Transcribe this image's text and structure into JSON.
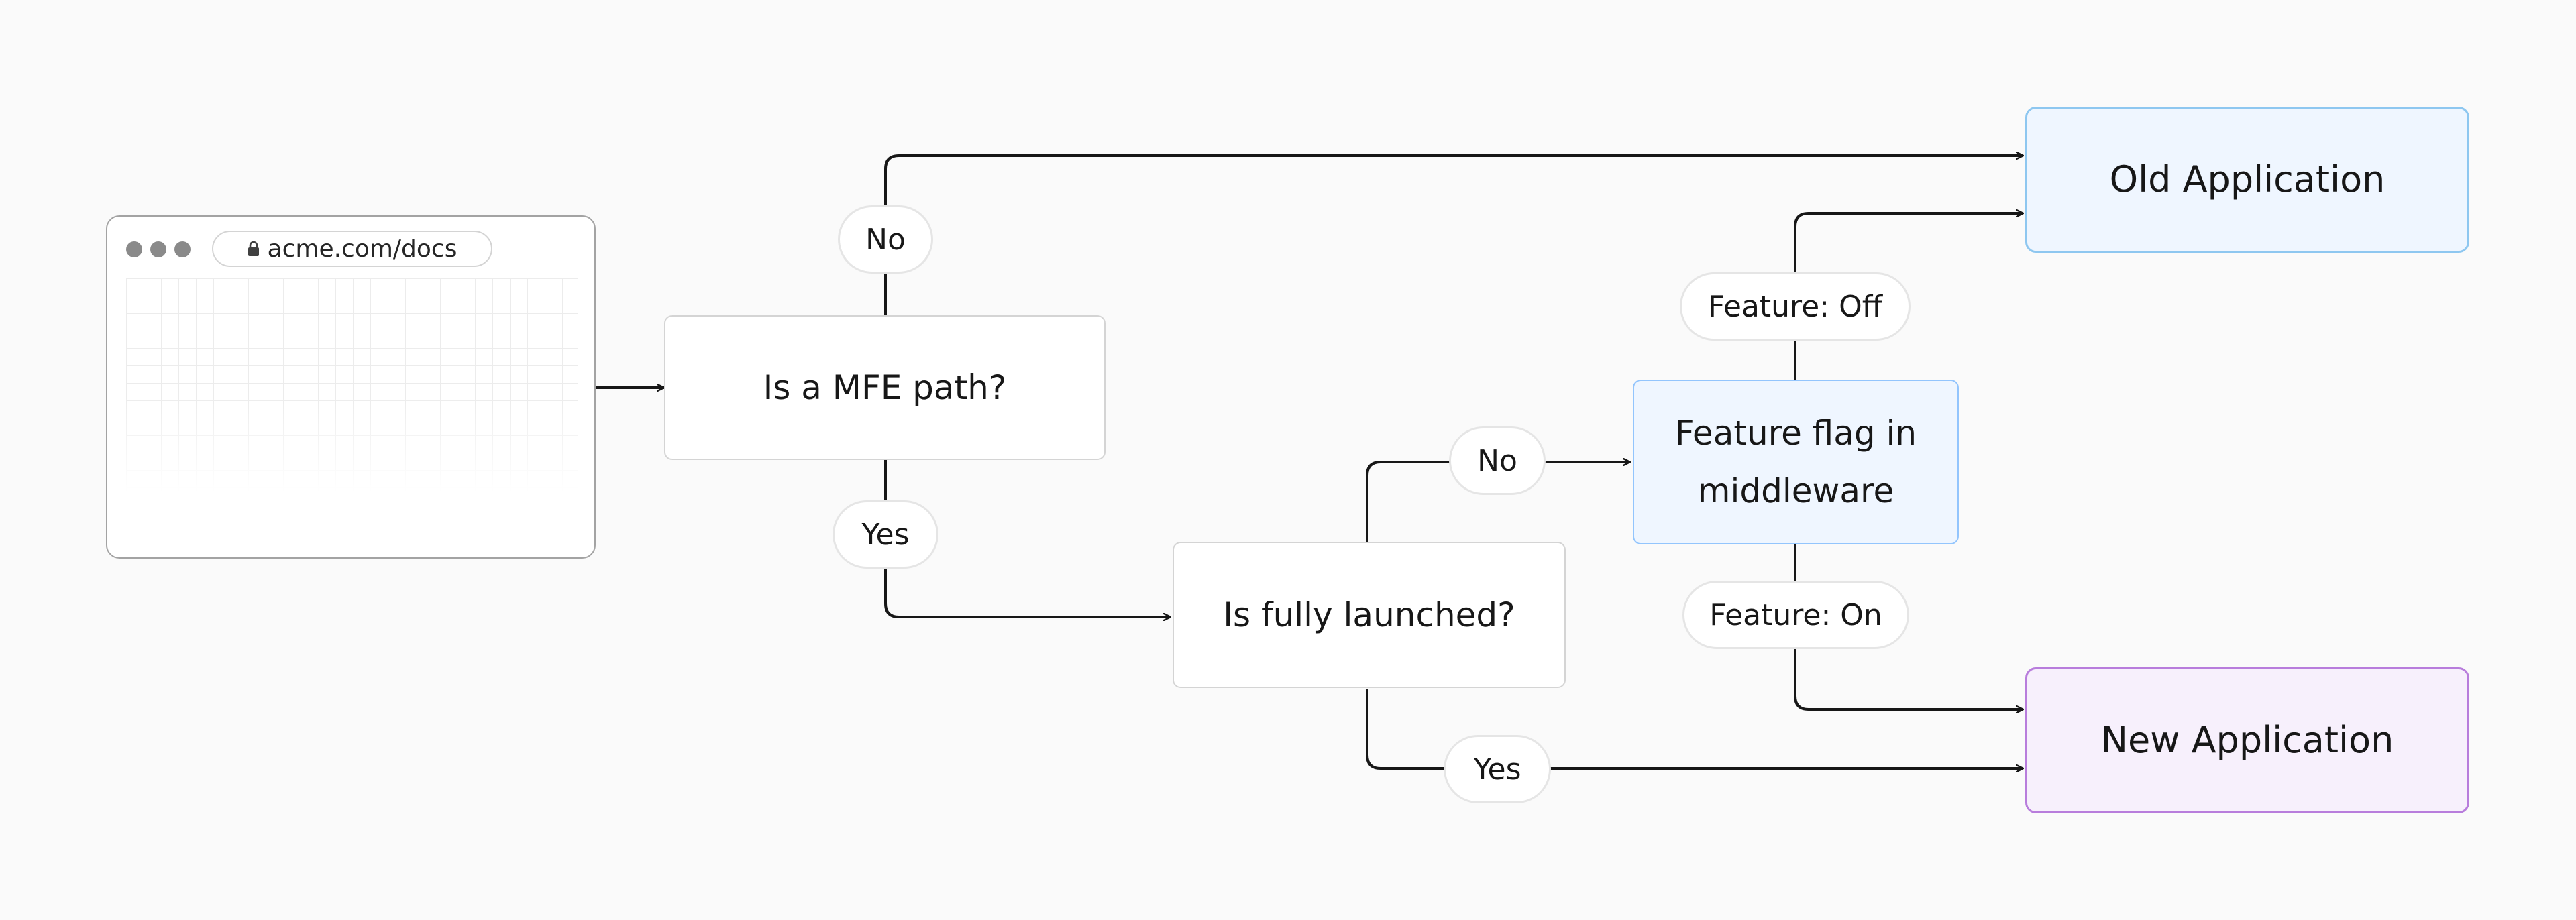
{
  "browser": {
    "url": "acme.com/docs",
    "lock_icon": "lock-icon"
  },
  "nodes": {
    "mfe_path": "Is a MFE path?",
    "fully_launched": "Is fully launched?",
    "feature_flag_line1": "Feature flag in",
    "feature_flag_line2": "middleware",
    "old_app": "Old Application",
    "new_app": "New Application"
  },
  "labels": {
    "mfe_no": "No",
    "mfe_yes": "Yes",
    "launched_no": "No",
    "launched_yes": "Yes",
    "feature_off": "Feature: Off",
    "feature_on": "Feature: On"
  },
  "colors": {
    "background": "#fafafa",
    "connector": "#171717",
    "old_app_fill": "#eff6ff",
    "old_app_border": "#8ec7f0",
    "new_app_fill": "#f7f0fc",
    "new_app_border": "#b87ddc",
    "flag_fill": "#eff6ff",
    "flag_border": "#93c5fd"
  }
}
